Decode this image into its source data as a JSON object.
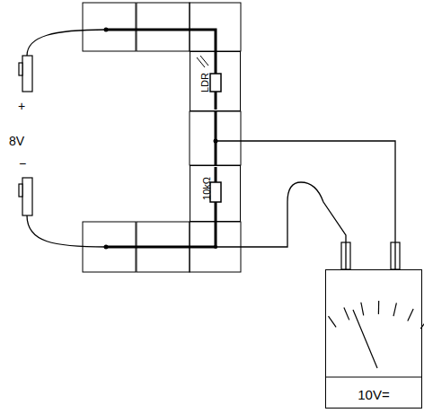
{
  "diagram": {
    "nodes": [
      {
        "text": [
          "LDR"
        ]
      },
      {
        "text": [
          "10kΩ"
        ]
      },
      {
        "text": [
          "10V="
        ]
      }
    ],
    "edges": [
      {
        "from": 0,
        "to": 1,
        "arrow": "none"
      },
      {
        "from": 0,
        "to": 2,
        "arrow": "none"
      },
      {
        "from": 1,
        "to": 2,
        "arrow": "none"
      }
    ],
    "labels": [
      "+",
      "8V",
      "−"
    ]
  }
}
